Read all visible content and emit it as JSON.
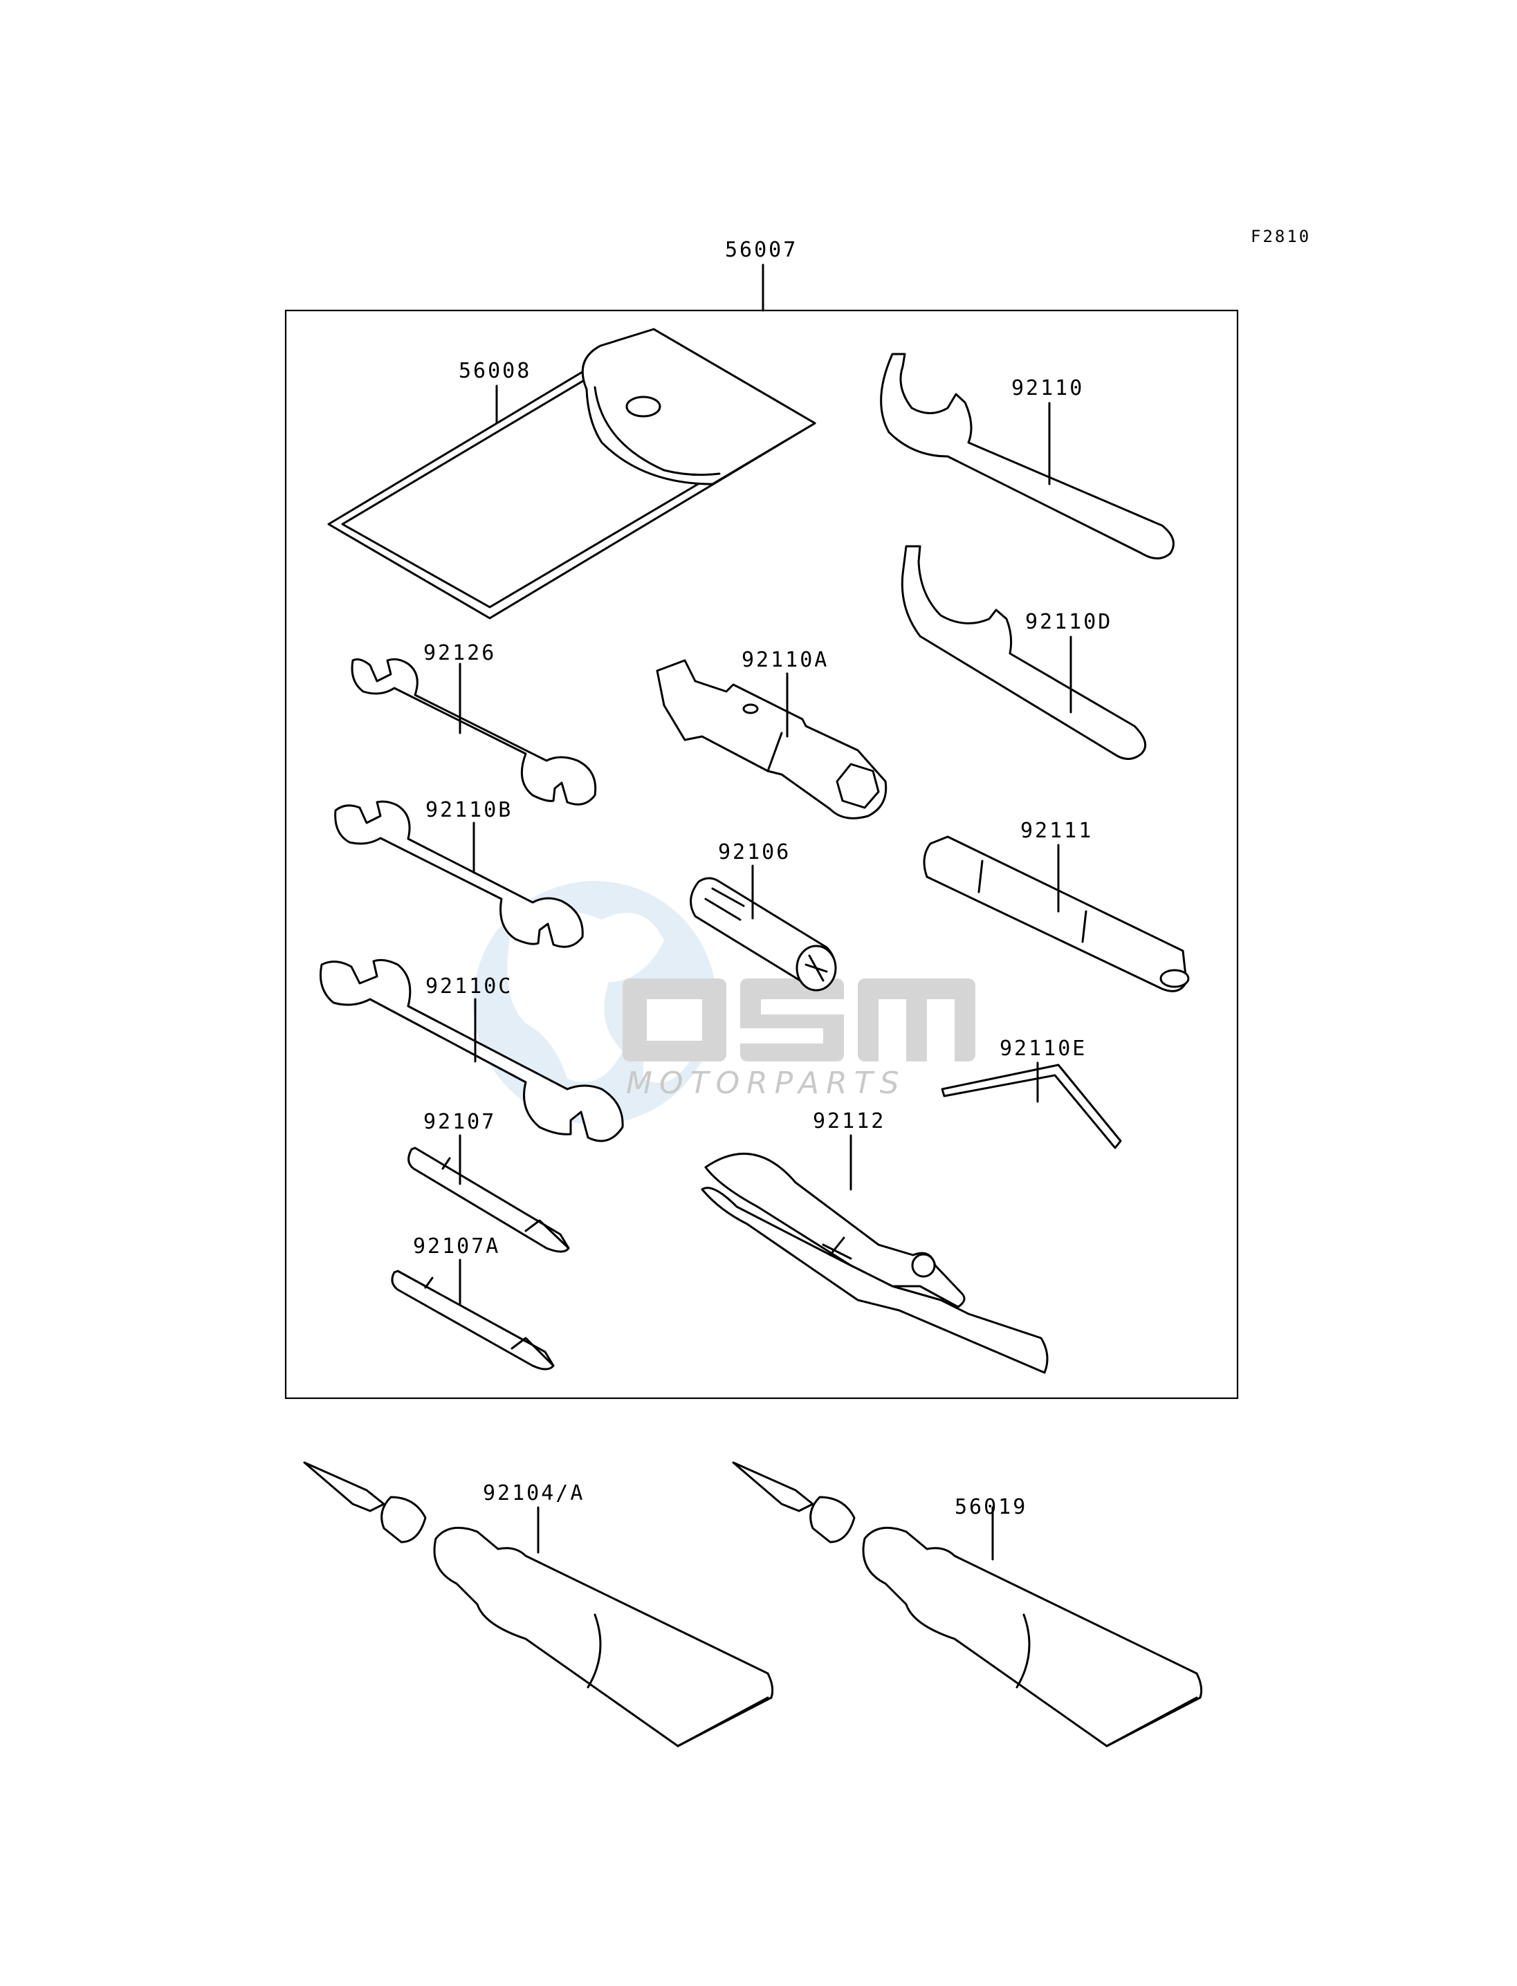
{
  "figure_code": "F2810",
  "kit_label": "56007",
  "parts": {
    "tool_bag": "56008",
    "wrench_92110": "92110",
    "hook_wrench": "92110D",
    "wrench_92126": "92126",
    "socket_wrench": "92110A",
    "wrench_92110b": "92110B",
    "wrench_92110c": "92110C",
    "handle_92106": "92106",
    "extension_bar": "92111",
    "hex_key": "92110E",
    "pliers": "92112",
    "screwdriver_bit": "92107",
    "screwdriver_bit_a": "92107A",
    "grease_tube_1": "92104/A",
    "grease_tube_2": "56019"
  },
  "watermark": {
    "logo": "OSM",
    "text": "MOTORPARTS"
  }
}
